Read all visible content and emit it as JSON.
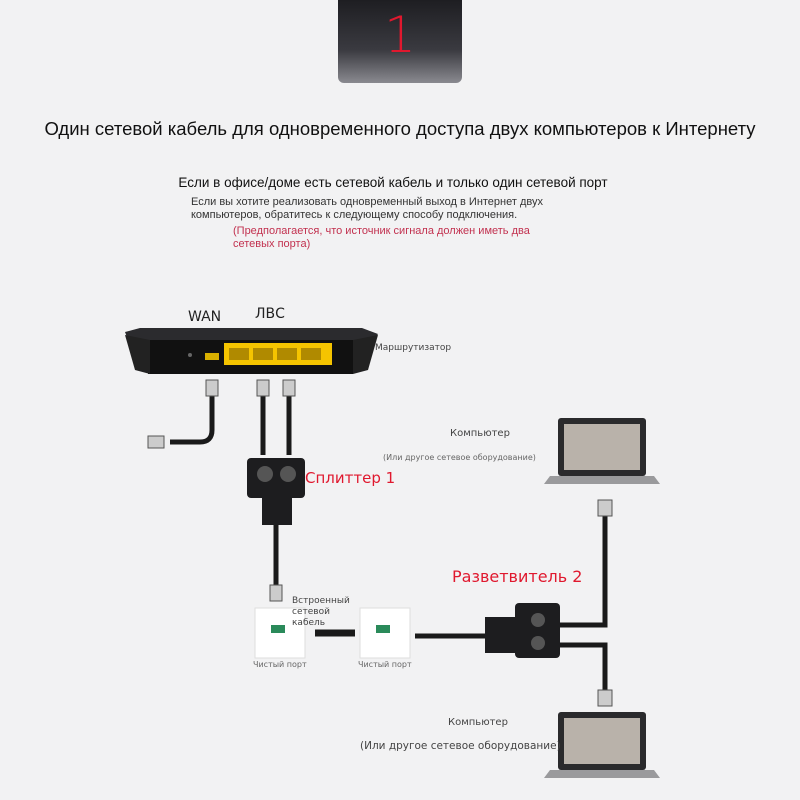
{
  "badge": {
    "number": "1"
  },
  "title": "Один сетевой кабель для одновременного доступа двух компьютеров к Интернету",
  "subtitle": "Если в офисе/доме есть сетевой кабель и только один сетевой порт",
  "body": "Если вы хотите реализовать одновременный выход в Интернет двух компьютеров, обратитесь к следующему способу подключения.",
  "note": "(Предполагается, что источник сигнала должен иметь два сетевых порта)",
  "diagram": {
    "wan_label": "WAN",
    "lan_label": "ЛВС",
    "router_label": "Маршрутизатор",
    "splitter1_label": "Сплиттер 1",
    "splitter2_label": "Разветвитель 2",
    "computer1_label": "Компьютер",
    "computer1_note": "(Или другое сетевое оборудование)",
    "computer2_label": "Компьютер",
    "computer2_note": "(Или другое сетевое оборудование)",
    "builtin_cable_label": "Встроенный сетевой кабель",
    "port1_label": "Чистый порт",
    "port2_label": "Чистый порт",
    "port_color": "#f5c400",
    "accent_color": "#e0182e"
  }
}
